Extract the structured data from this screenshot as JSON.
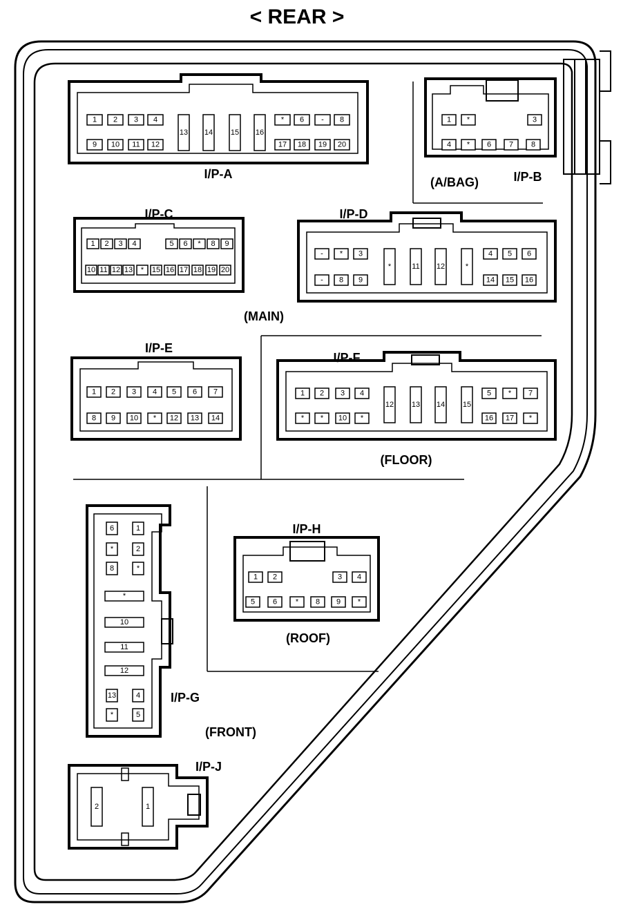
{
  "header": {
    "title": "< REAR >"
  },
  "connectors": {
    "ipa": {
      "label": "I/P-A",
      "row1": [
        "1",
        "2",
        "3",
        "4",
        "*",
        "6",
        "-",
        "8"
      ],
      "row2": [
        "9",
        "10",
        "11",
        "12",
        "17",
        "18",
        "19",
        "20"
      ],
      "tall": [
        "13",
        "14",
        "15",
        "16"
      ]
    },
    "ipb": {
      "label": "I/P-B",
      "sub": "(A/BAG)",
      "row1": [
        "1",
        "*",
        "3"
      ],
      "row2": [
        "4",
        "*",
        "6",
        "7",
        "8"
      ]
    },
    "ipc": {
      "label": "I/P-C",
      "row1": [
        "1",
        "2",
        "3",
        "4",
        "5",
        "6",
        "*",
        "8",
        "9"
      ],
      "row2": [
        "10",
        "11",
        "12",
        "13",
        "*",
        "15",
        "16",
        "17",
        "18",
        "19",
        "20"
      ]
    },
    "ipd": {
      "label": "I/P-D",
      "sub": "(MAIN)",
      "row1": [
        "-",
        "*",
        "3",
        "4",
        "5",
        "6"
      ],
      "row2": [
        "-",
        "8",
        "9",
        "14",
        "15",
        "16"
      ],
      "tall": [
        "*",
        "11",
        "12",
        "*"
      ]
    },
    "ipe": {
      "label": "I/P-E",
      "row1": [
        "1",
        "2",
        "3",
        "4",
        "5",
        "6",
        "7"
      ],
      "row2": [
        "8",
        "9",
        "10",
        "*",
        "12",
        "13",
        "14"
      ]
    },
    "ipf": {
      "label": "I/P-F",
      "sub": "(FLOOR)",
      "row1": [
        "1",
        "2",
        "3",
        "4",
        "5",
        "*",
        "7"
      ],
      "row2": [
        "*",
        "*",
        "10",
        "*",
        "16",
        "17",
        "*"
      ],
      "tall": [
        "12",
        "13",
        "14",
        "15"
      ]
    },
    "ipg": {
      "label": "I/P-G",
      "sub": "(FRONT)",
      "pairs": [
        [
          "6",
          "1"
        ],
        [
          "*",
          "2"
        ],
        [
          "8",
          "*"
        ]
      ],
      "wide": [
        "*",
        "10",
        "11",
        "12"
      ],
      "pairs2": [
        [
          "13",
          "4"
        ],
        [
          "*",
          "5"
        ]
      ]
    },
    "iph": {
      "label": "I/P-H",
      "sub": "(ROOF)",
      "row1": [
        "1",
        "2",
        "3",
        "4"
      ],
      "row2": [
        "5",
        "6",
        "*",
        "8",
        "9",
        "*"
      ]
    },
    "ipj": {
      "label": "I/P-J",
      "tall": [
        "2",
        "1"
      ]
    }
  }
}
